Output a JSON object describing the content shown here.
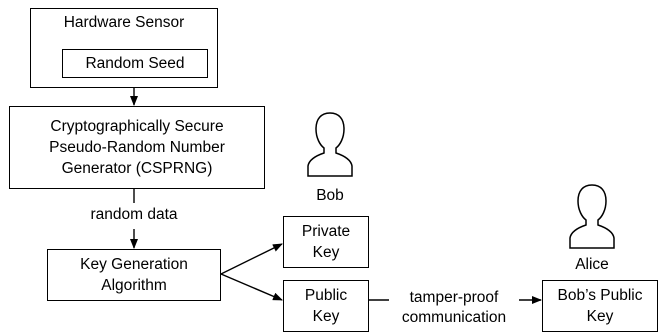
{
  "hardware_sensor": {
    "title": "Hardware Sensor",
    "seed": "Random Seed"
  },
  "csprng": {
    "label": "Cryptographically Secure\nPseudo-Random Number\nGenerator (CSPRNG)"
  },
  "edge_random_data": "random data",
  "keygen": {
    "label": "Key Generation\nAlgorithm"
  },
  "bob": {
    "name": "Bob",
    "icon": "person-silhouette-icon"
  },
  "private_key": {
    "label": "Private\nKey"
  },
  "public_key": {
    "label": "Public\nKey"
  },
  "edge_tamper_proof": "tamper-proof\ncommunication",
  "alice": {
    "name": "Alice",
    "icon": "person-silhouette-icon"
  },
  "bobs_public_key": {
    "label": "Bob’s Public\nKey"
  }
}
